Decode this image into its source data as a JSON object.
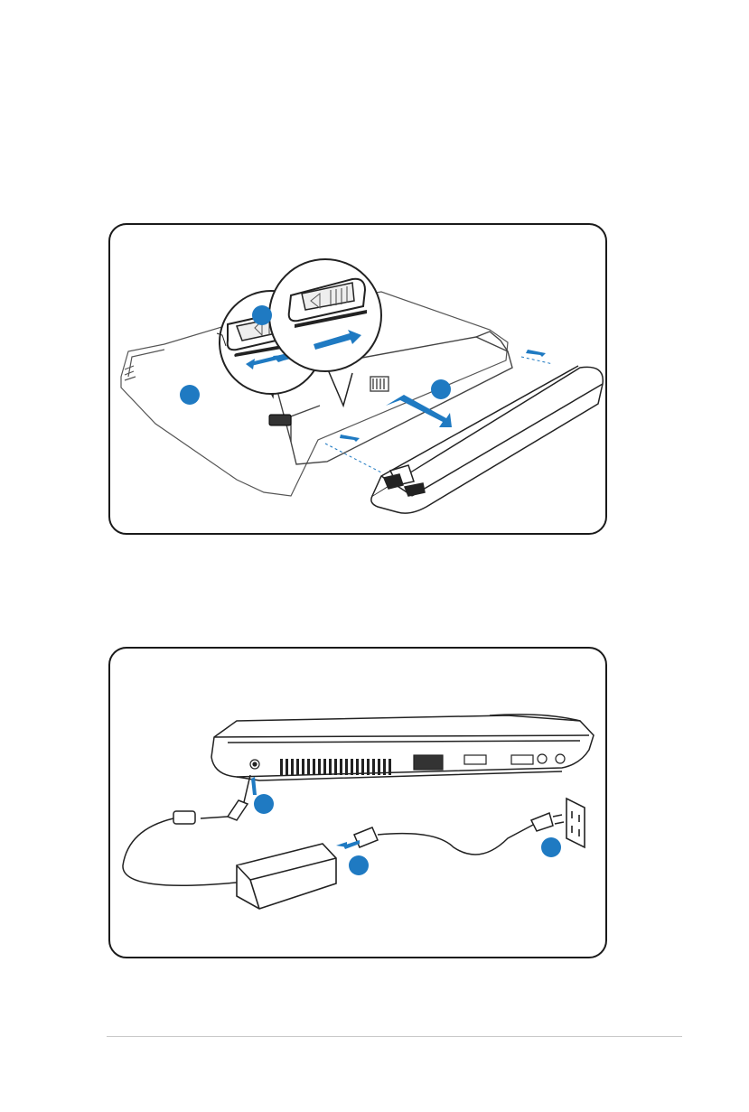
{
  "figures": [
    {
      "id": "battery-install",
      "callouts": [],
      "colors": {
        "accent": "#1f7ac2",
        "line": "#333333"
      },
      "icons": [
        "laptop-underside",
        "battery-pack",
        "battery-lock-switch",
        "arrow"
      ]
    },
    {
      "id": "power-connect",
      "callouts": [],
      "colors": {
        "accent": "#1f7ac2",
        "line": "#333333"
      },
      "icons": [
        "laptop-side",
        "dc-jack",
        "power-adapter",
        "power-cord",
        "wall-outlet"
      ]
    }
  ]
}
